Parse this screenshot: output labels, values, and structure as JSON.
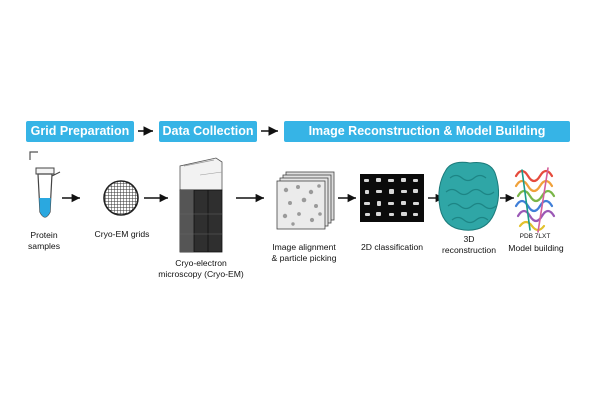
{
  "stages": {
    "grid_preparation": "Grid Preparation",
    "data_collection": "Data Collection",
    "image_reconstruction": "Image Reconstruction & Model Building"
  },
  "steps": {
    "protein_samples": "Protein\nsamples",
    "cryo_em_grids": "Cryo-EM grids",
    "microscopy": "Cryo-electron\nmicroscopy (Cryo-EM)",
    "alignment": "Image alignment\n& particle picking",
    "classification": "2D classification",
    "reconstruction": "3D\nreconstruction",
    "pdb_id": "PDB 7LXT",
    "model_building": "Model building"
  },
  "colors": {
    "banner": "#36b4e6",
    "sample_liquid": "#2aa8e0",
    "map_teal": "#2fa6a6"
  }
}
